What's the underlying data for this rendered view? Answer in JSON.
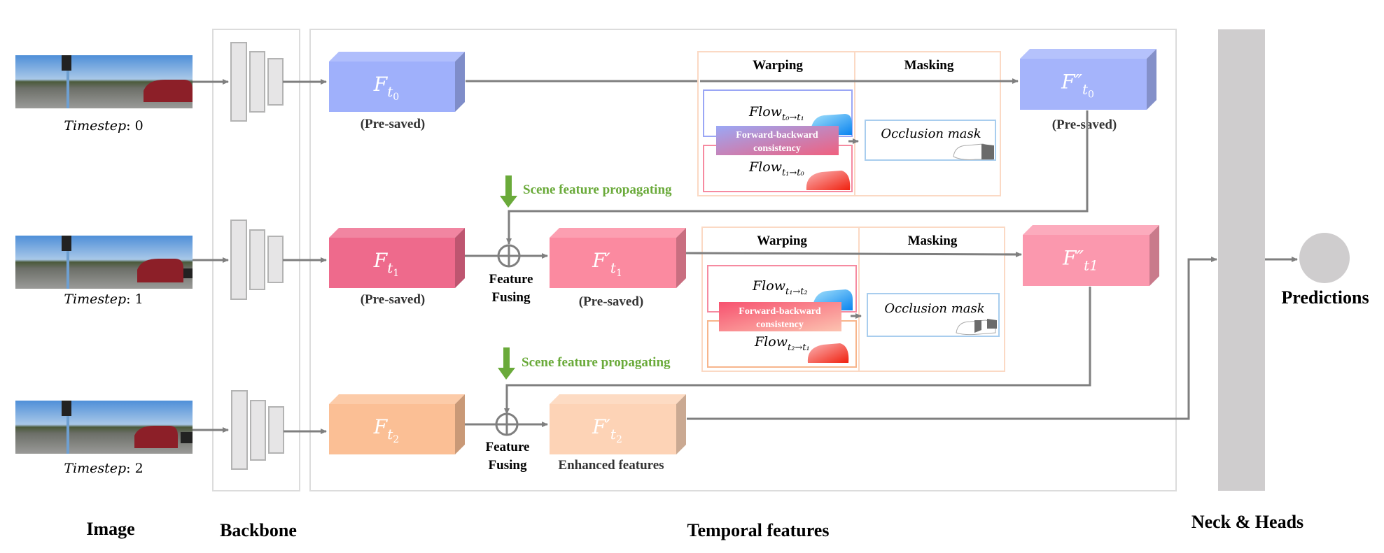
{
  "stages": {
    "image": "Image",
    "backbone": "Backbone",
    "temporal": "Temporal features",
    "neck": "Neck & Heads"
  },
  "timesteps": [
    {
      "label": "Timestep",
      "value": ": 0"
    },
    {
      "label": "Timestep",
      "value": ": 1"
    },
    {
      "label": "Timestep",
      "value": ": 2"
    }
  ],
  "features": {
    "f_t0": {
      "base": "F",
      "sub": "t",
      "subsub": "0",
      "caption": "(Pre-saved)",
      "color": "#9fb0fb"
    },
    "f_t1": {
      "base": "F",
      "sub": "t",
      "subsub": "1",
      "caption": "(Pre-saved)",
      "color": "#ee6a8c"
    },
    "f_t2": {
      "base": "F",
      "sub": "t",
      "subsub": "2",
      "caption": "",
      "color": "#fbbf95"
    },
    "fp_t1": {
      "base": "F′",
      "sub": "t",
      "subsub": "1",
      "caption": "(Pre-saved)",
      "color": "#fb8aa0"
    },
    "fp_t2": {
      "base": "F′",
      "sub": "t",
      "subsub": "2",
      "caption": "Enhanced features",
      "color": "#fdd3b6"
    },
    "fpp_t0": {
      "base": "F″",
      "sub": "t",
      "subsub": "0",
      "caption": "(Pre-saved)",
      "color": "#a5b4fb"
    },
    "fpp_t1": {
      "base": "F″",
      "sub": "t1",
      "subsub": "",
      "caption": "",
      "color": "#fb98ae"
    }
  },
  "fusing_label_1": "Feature",
  "fusing_label_2": "Fusing",
  "propagating_label": "Scene feature propagating",
  "modules": [
    {
      "warping": "Warping",
      "masking": "Masking",
      "flow_top": {
        "text": "Flow",
        "sub": "t₀→t₁"
      },
      "flow_bottom": {
        "text": "Flow",
        "sub": "t₁→t₀"
      },
      "consistency_1": "Forward-backward",
      "consistency_2": "consistency",
      "mask": "Occlusion mask"
    },
    {
      "warping": "Warping",
      "masking": "Masking",
      "flow_top": {
        "text": "Flow",
        "sub": "t₁→t₂"
      },
      "flow_bottom": {
        "text": "Flow",
        "sub": "t₂→t₁"
      },
      "consistency_1": "Forward-backward",
      "consistency_2": "consistency",
      "mask": "Occlusion mask"
    }
  ],
  "predictions": "Predictions",
  "colors": {
    "propagate_green": "#6aaa3a",
    "neck_gray": "#cfcdce",
    "panel_border": "#dcdcdc"
  }
}
